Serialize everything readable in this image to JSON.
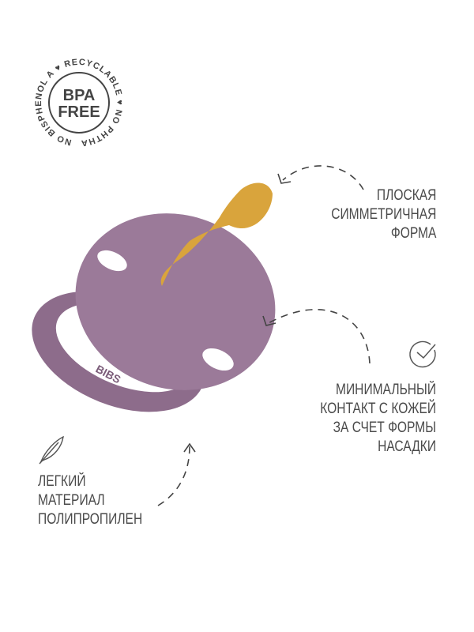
{
  "badge": {
    "center_line1": "BPA",
    "center_line2": "FREE",
    "ring_text": [
      "RECYCLABLE",
      "NO PHTHALATES",
      "NO BISPHENOL A"
    ]
  },
  "product": {
    "brand_mark": "BIBS"
  },
  "features": [
    {
      "lines": [
        "ПЛОСКАЯ",
        "СИММЕТРИЧНАЯ",
        "ФОРМА"
      ]
    },
    {
      "icon": "check-circle-icon",
      "lines": [
        "МИНИМАЛЬНЫЙ",
        "КОНТАКТ С КОЖЕЙ",
        "ЗА СЧЕТ ФОРМЫ",
        "НАСАДКИ"
      ]
    },
    {
      "icon": "feather-icon",
      "lines": [
        "ЛЕГКИЙ",
        "МАТЕРИАЛ",
        "ПОЛИПРОПИЛЕН"
      ]
    }
  ],
  "colors": {
    "shield": "#9b7a99",
    "shield_dark": "#7f607e",
    "nipple": "#d9a43c",
    "text": "#4a4a4a"
  }
}
